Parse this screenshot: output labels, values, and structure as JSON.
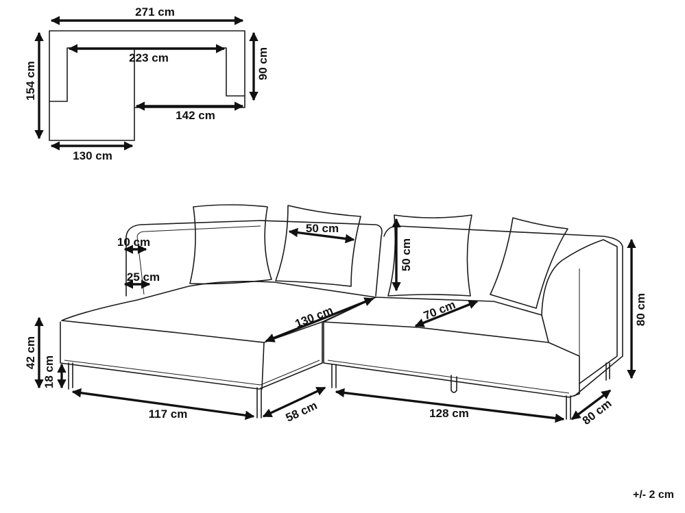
{
  "plan_view": {
    "overall_width": "271 cm",
    "inner_back_width": "223 cm",
    "chaise_depth": "154 cm",
    "sofa_depth": "90 cm",
    "sofa_section_width": "142 cm",
    "chaise_width": "130 cm"
  },
  "perspective_view": {
    "armrest_top": "10 cm",
    "armrest_width": "25 cm",
    "pillow_width": "50 cm",
    "pillow_height": "50 cm",
    "chaise_seat_depth": "130 cm",
    "seat_depth": "70 cm",
    "total_height": "80 cm",
    "seat_height": "42 cm",
    "leg_height": "18 cm",
    "chaise_length": "117 cm",
    "chaise_side": "58 cm",
    "sofa_length": "128 cm",
    "sofa_depth": "80 cm"
  },
  "tolerance": "+/- 2 cm",
  "colors": {
    "line": "#1a1a1a",
    "background": "#ffffff"
  }
}
